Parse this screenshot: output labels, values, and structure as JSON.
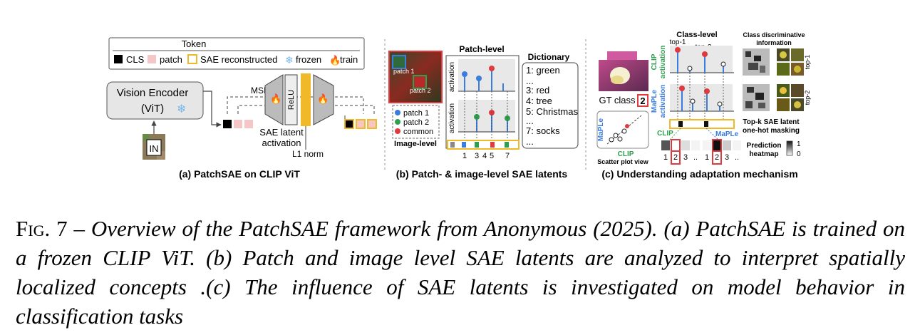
{
  "panel_a": {
    "legend_title": "Token",
    "legend_cls": "CLS",
    "legend_patch": "patch",
    "legend_sae": "SAE reconstructed",
    "legend_frozen": "frozen",
    "legend_train": "train",
    "encoder_line1": "Vision Encoder",
    "encoder_line2": "(ViT)",
    "input_label": "IN",
    "mse_label": "MSE",
    "relu_label": "ReLU",
    "sae_latent_line1": "SAE latent",
    "sae_latent_line2": "activation",
    "l1_label": "L1 norm",
    "caption": "(a) PatchSAE on CLIP ViT"
  },
  "panel_b": {
    "patch1_label": "patch 1",
    "patch2_label": "patch 2",
    "patch_level_title": "Patch-level",
    "activation_label": "activation",
    "legend_items": [
      "patch 1",
      "patch 2",
      "common"
    ],
    "legend_colors": [
      "#3b7ddd",
      "#2e9e4f",
      "#e03a3e"
    ],
    "image_level_label": "Image-level",
    "ticks": [
      "1",
      "3",
      "4",
      "5",
      "7"
    ],
    "dictionary_title": "Dictionary",
    "dictionary_items": [
      "1: green",
      "3: red",
      "4: tree",
      "5: Christmas",
      "7: socks"
    ],
    "ellipsis": "...",
    "caption": "(b) Patch- & image-level SAE latents"
  },
  "panel_c": {
    "gt_label": "GT class",
    "gt_value": "2",
    "scatter_y": "MaPLe",
    "scatter_x": "CLIP",
    "scatter_title": "Scatter plot view",
    "class_level_title": "Class-level",
    "top1": "top-1",
    "top2": "top-2",
    "clip_activation_1": "CLIP",
    "clip_activation_2": "activation",
    "maple_activation_1": "MaPLe",
    "maple_activation_2": "activation",
    "discriminative_1": "Class discriminative",
    "discriminative_2": "information",
    "side_top1": "top-1",
    "side_top2": "top-2",
    "topk_1": "Top-k SAE latent",
    "topk_2": "one-hot masking",
    "clip_tag": "CLIP",
    "maple_tag": "MaPLe",
    "pred_1": "Prediction",
    "pred_2": "heatmap",
    "scale_high": "1",
    "scale_low": "0",
    "bar_labels": [
      "1",
      "2",
      "3",
      "..",
      "1",
      "2",
      "3",
      ".."
    ],
    "caption": "(c) Understanding adaptation mechanism"
  },
  "caption": {
    "label": "Fig. 7 – ",
    "text": "Overview of the PatchSAE framework from Anonymous (2025). (a) PatchSAE is trained on a frozen CLIP ViT. (b) Patch and image level SAE latents are analyzed to interpret spatially localized concepts .(c) The influence of SAE latents is investigated on model behavior in classification tasks"
  },
  "colors": {
    "red": "#e03a3e",
    "blue": "#3b7ddd",
    "green": "#2e9e4f",
    "gold": "#f0b92a",
    "pink": "#f4c6c6"
  }
}
